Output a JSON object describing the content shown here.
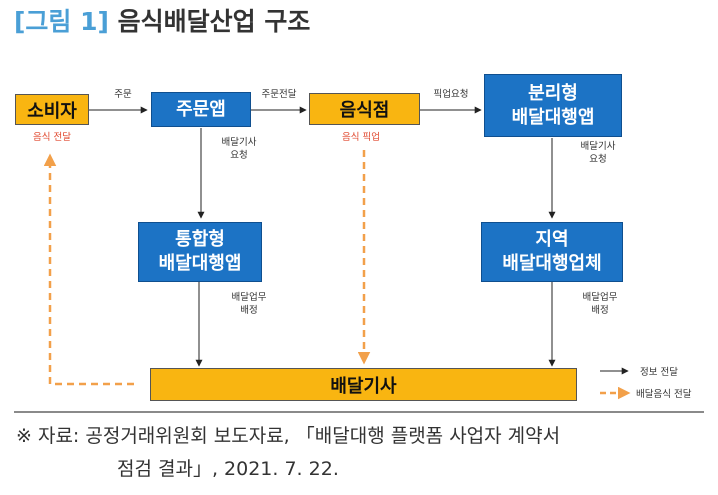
{
  "title": {
    "number": "[그림 1]",
    "name": "음식배달산업 구조"
  },
  "nodes": {
    "consumer": "소비자",
    "order_app": "주문앱",
    "restaurant": "음식점",
    "separate_app": "분리형\n배달대행앱",
    "integrated_app": "통합형\n배달대행앱",
    "regional_agency": "지역\n배달대행업체",
    "rider": "배달기사"
  },
  "labels": {
    "order": "주문",
    "order_relay": "주문전달",
    "pickup_request": "픽업요청",
    "food_delivery": "음식 전달",
    "food_pickup": "음식 픽업",
    "rider_request_1": "배달기사\n요청",
    "rider_request_2": "배달기사\n요청",
    "assign_1": "배달업무\n배정",
    "assign_2": "배달업무\n배정"
  },
  "legend": {
    "info": "정보 전달",
    "food": "배달음식 전달"
  },
  "source": {
    "line1": "※ 자료:  공정거래위원회 보도자료, 「배달대행 플랫폼 사업자 계약서",
    "line2": "점검 결과」, 2021. 7. 22."
  }
}
